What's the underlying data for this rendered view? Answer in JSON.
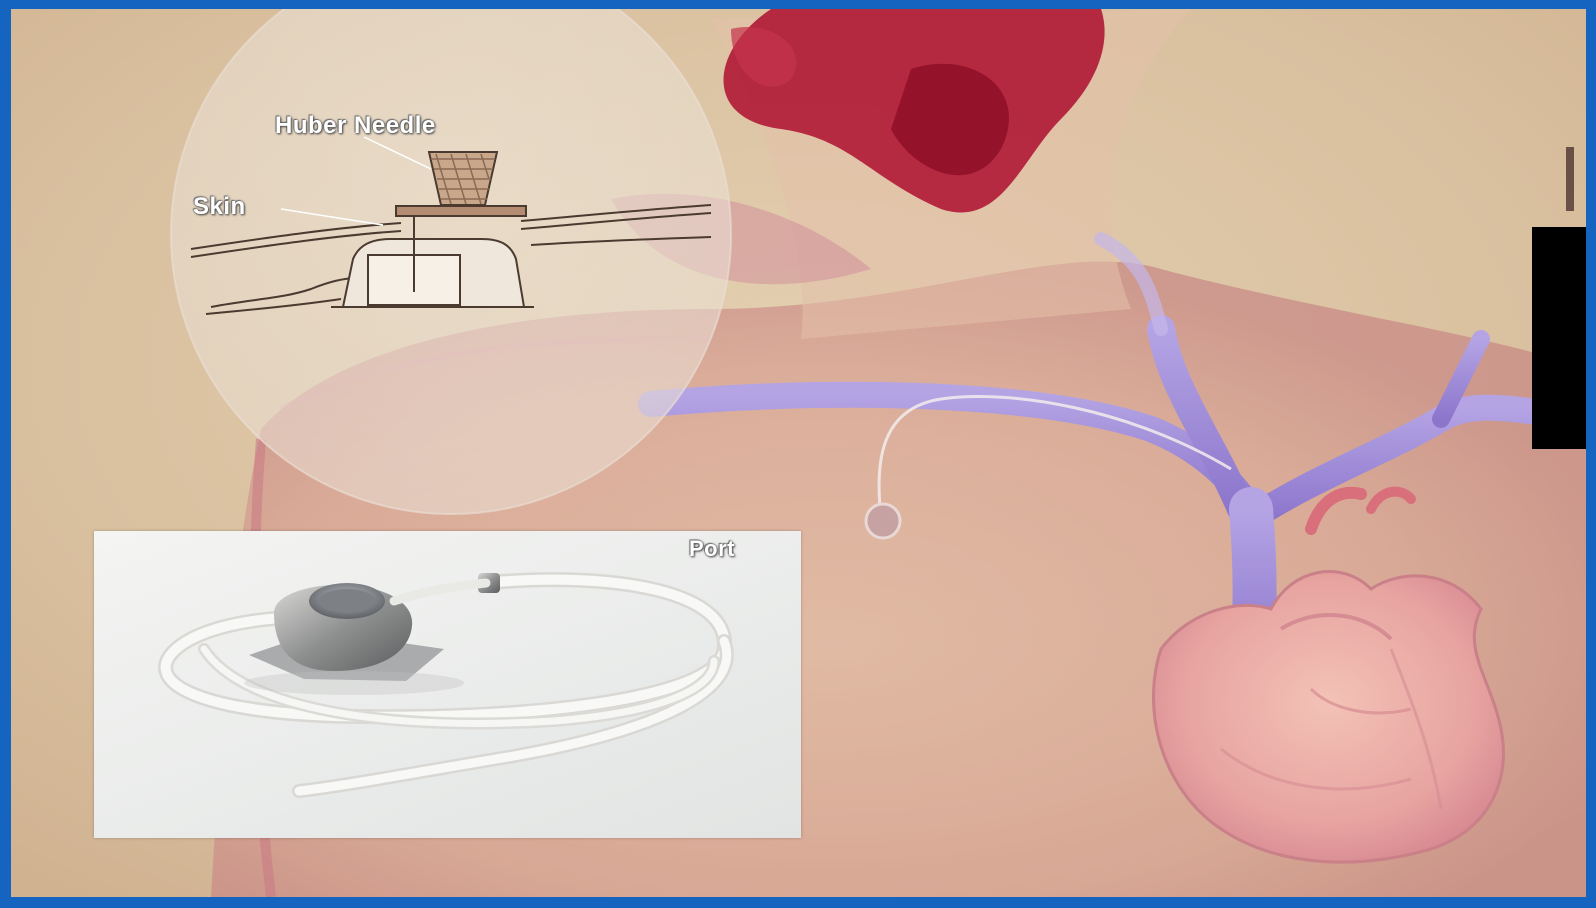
{
  "labels": {
    "huber_needle": "Huber Needle",
    "skin": "Skin",
    "port": "Port"
  },
  "colors": {
    "frame": "#1565c0",
    "skin_background": "#dcc5a6",
    "vein": "#9a86d6",
    "heart": "#e8a6a6",
    "port_photo_background": "#eeeeec"
  }
}
